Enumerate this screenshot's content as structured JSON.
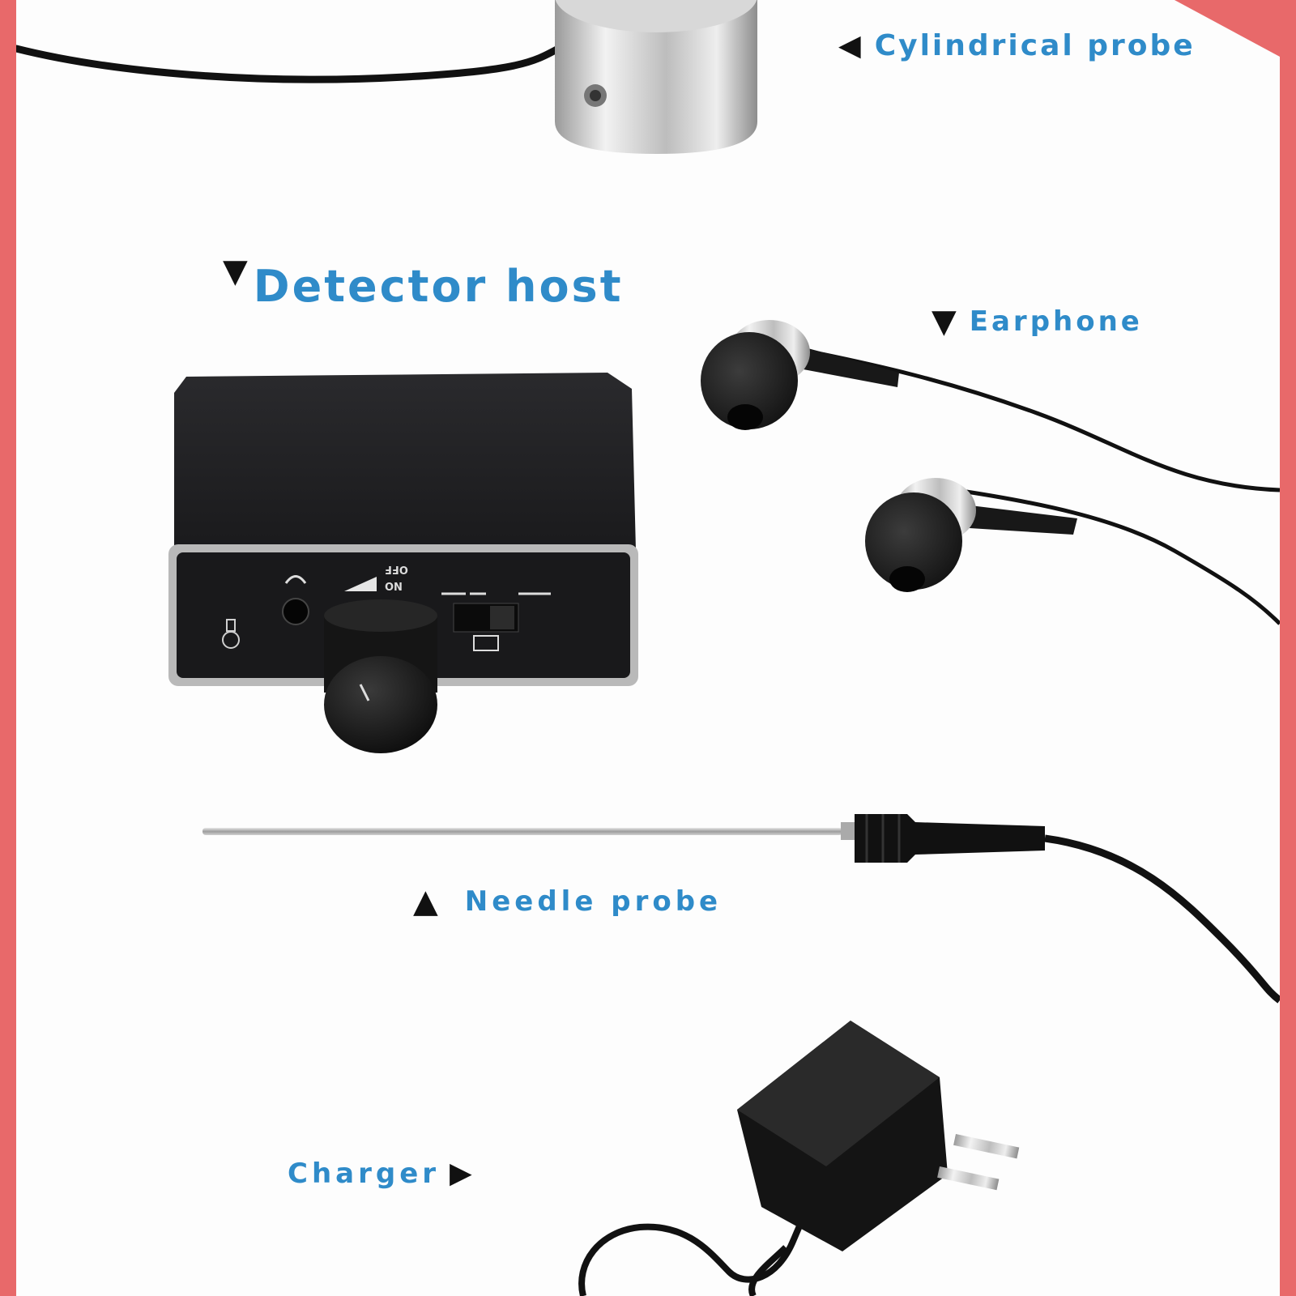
{
  "labels": {
    "cylindrical_probe": "Cylindrical probe",
    "detector_host": "Detector host",
    "earphone": "Earphone",
    "needle_probe": "Needle probe",
    "charger": "Charger"
  },
  "pointers": {
    "left": "◀",
    "down": "▼",
    "up": "▲",
    "right": "▶"
  },
  "device_markings": {
    "on": "ON",
    "off": "OFF"
  },
  "colors": {
    "label_blue": "#2f8bc9",
    "border_red": "#e8696a",
    "device_black": "#1c1c1e",
    "metal_silver": "#c8c8c8"
  }
}
